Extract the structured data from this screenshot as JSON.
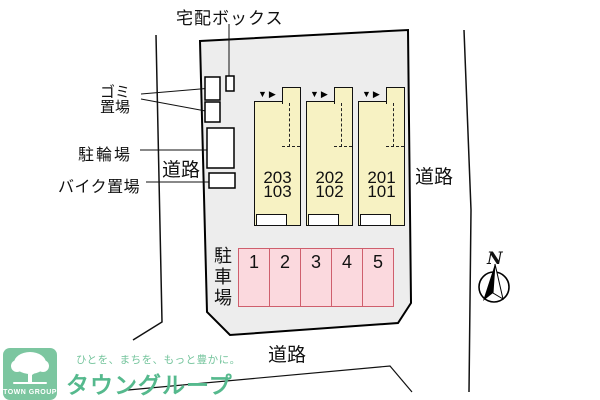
{
  "labels": {
    "delivery_box": "宅配ボックス",
    "garbage_line1": "ゴミ",
    "garbage_line2": "置場",
    "bicycle_parking": "駐輪場",
    "bike_parking": "バイク置場",
    "road_left": "道路",
    "road_right": "道路",
    "road_bottom": "道路",
    "car_parking": "駐車場",
    "compass_north": "N"
  },
  "icons": {
    "entry_arrow_down": "▼",
    "entry_arrow_right": "▶"
  },
  "units": [
    {
      "upper": "203",
      "lower": "103"
    },
    {
      "upper": "202",
      "lower": "102"
    },
    {
      "upper": "201",
      "lower": "101"
    }
  ],
  "parking_spaces": [
    "1",
    "2",
    "3",
    "4",
    "5"
  ],
  "logo": {
    "tagline": "ひとを、まちを、もっと豊かに。",
    "brand": "タウングループ",
    "badge": "TOWN GROUP"
  },
  "colors": {
    "site_fill": "#ededed",
    "building_fill": "#f7f2c3",
    "parking_fill": "#fbd9de",
    "parking_border": "#cf5f6d",
    "brand_green": "#55b98d",
    "logo_badge_green": "#7cc6a0"
  }
}
